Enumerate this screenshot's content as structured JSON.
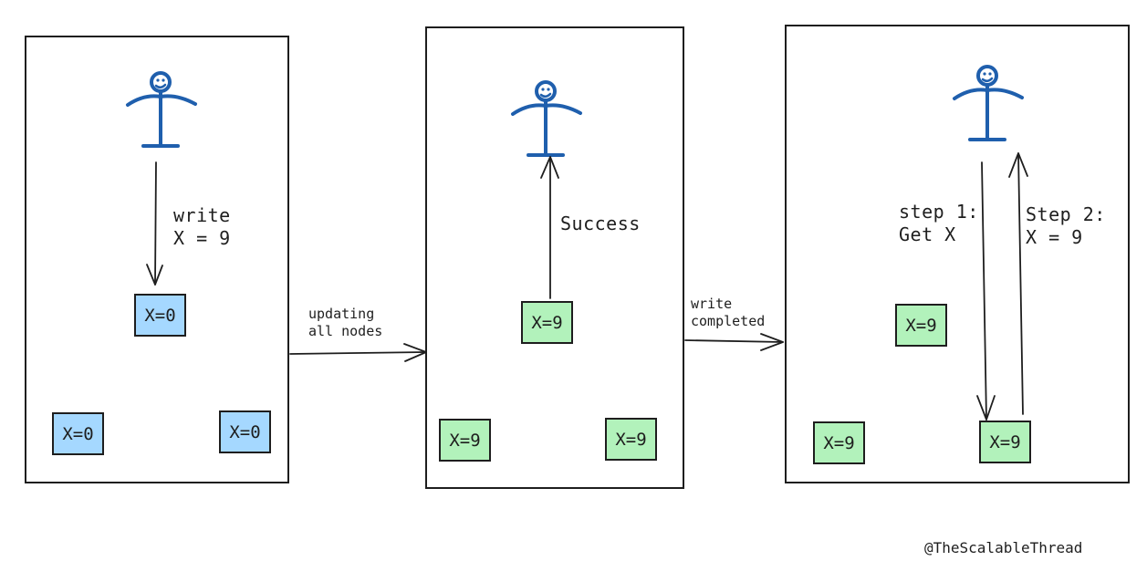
{
  "colors": {
    "stroke": "#1e1e1e",
    "user": "#1f5fad",
    "stale_node": "#a5d8ff",
    "updated_node": "#b2f2bb"
  },
  "icons": {
    "user": "stick-figure-user-icon",
    "arrow": "arrow-head"
  },
  "panel1": {
    "write_label": "write\nX = 9",
    "nodes": [
      "X=0",
      "X=0",
      "X=0"
    ]
  },
  "transition1": {
    "label": "updating\nall nodes"
  },
  "panel2": {
    "success_label": "Success",
    "nodes": [
      "X=9",
      "X=9",
      "X=9"
    ]
  },
  "transition2": {
    "label": "write\ncompleted"
  },
  "panel3": {
    "step1_label": "step 1:\nGet X",
    "step2_label": "Step 2:\nX = 9",
    "nodes": [
      "X=9",
      "X=9",
      "X=9"
    ]
  },
  "watermark": "@TheScalableThread"
}
